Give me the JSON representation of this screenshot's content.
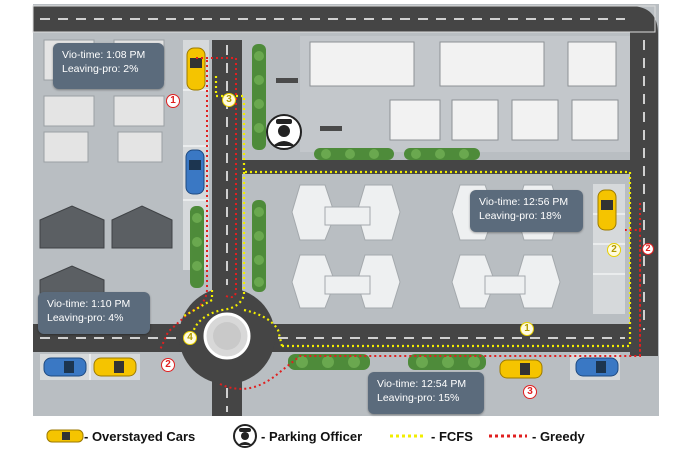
{
  "callouts": {
    "c1": {
      "vio_time": "Vio-time: 1:08 PM",
      "leaving_pro": "Leaving-pro: 2%"
    },
    "c2": {
      "vio_time": "Vio-time: 12:56 PM",
      "leaving_pro": "Leaving-pro: 18%"
    },
    "c3": {
      "vio_time": "Vio-time: 1:10 PM",
      "leaving_pro": "Leaving-pro: 4%"
    },
    "c4": {
      "vio_time": "Vio-time: 12:54 PM",
      "leaving_pro": "Leaving-pro: 15%"
    }
  },
  "route_markers": {
    "greedy": [
      "1",
      "2",
      "3"
    ],
    "fcfs": [
      "1",
      "2",
      "3",
      "4"
    ]
  },
  "legend": {
    "overstayed": "- Overstayed Cars",
    "officer": "- Parking Officer",
    "fcfs": "- FCFS",
    "greedy": "- Greedy"
  },
  "colors": {
    "road": "#454545",
    "ground": "#b9bec2",
    "car_yellow": "#f5c400",
    "car_blue": "#3a78c4",
    "greedy_route": "#e02020",
    "fcfs_route": "#f2ee00",
    "callout": "#5b6b7c"
  },
  "icons": [
    "overstayed-car-icon",
    "parking-officer-icon",
    "parked-car-icon",
    "tree-icon",
    "house-icon",
    "bench-icon"
  ]
}
